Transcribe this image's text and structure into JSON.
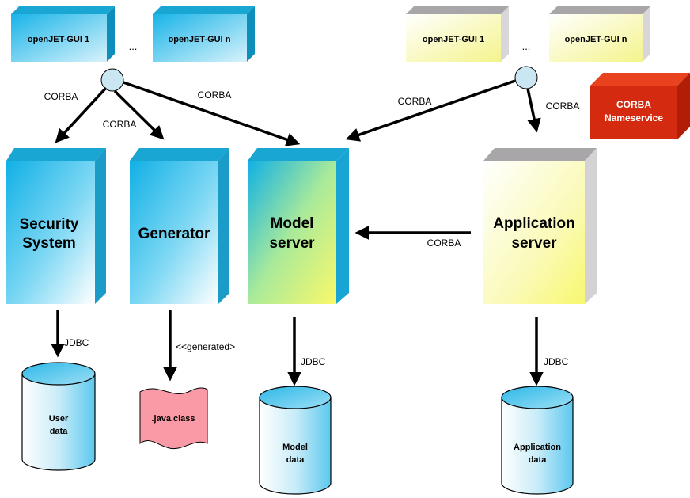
{
  "gui_left": {
    "first": "openJET-GUI 1",
    "last": "openJET-GUI n",
    "ellipsis": "..."
  },
  "gui_right": {
    "first": "openJET-GUI 1",
    "last": "openJET-GUI n",
    "ellipsis": "..."
  },
  "servers": {
    "security": {
      "line1": "Security",
      "line2": "System"
    },
    "generator": {
      "line1": "Generator"
    },
    "model": {
      "line1": "Model",
      "line2": "server"
    },
    "application": {
      "line1": "Application",
      "line2": "server"
    }
  },
  "nameservice": {
    "line1": "CORBA",
    "line2": "Nameservice"
  },
  "labels": {
    "corba_left_1": "CORBA",
    "corba_left_2": "CORBA",
    "corba_left_3": "CORBA",
    "corba_right_1": "CORBA",
    "corba_right_2": "CORBA",
    "corba_app_model": "CORBA",
    "jdbc_user": "JDBC",
    "generated": "<<generated>",
    "jdbc_model": "JDBC",
    "jdbc_app": "JDBC"
  },
  "stores": {
    "user": {
      "line1": "User",
      "line2": "data"
    },
    "java": {
      "line1": ".java.class"
    },
    "model": {
      "line1": "Model",
      "line2": "data"
    },
    "application": {
      "line1": "Application",
      "line2": "data"
    }
  },
  "colors": {
    "blue_face": "#1fb8e8",
    "blue_side": "#1aa6d2",
    "yellow": "#fbfba0",
    "gray_top": "#a8a6a8",
    "red": "#d42a10",
    "pink": "#f99aa6"
  }
}
